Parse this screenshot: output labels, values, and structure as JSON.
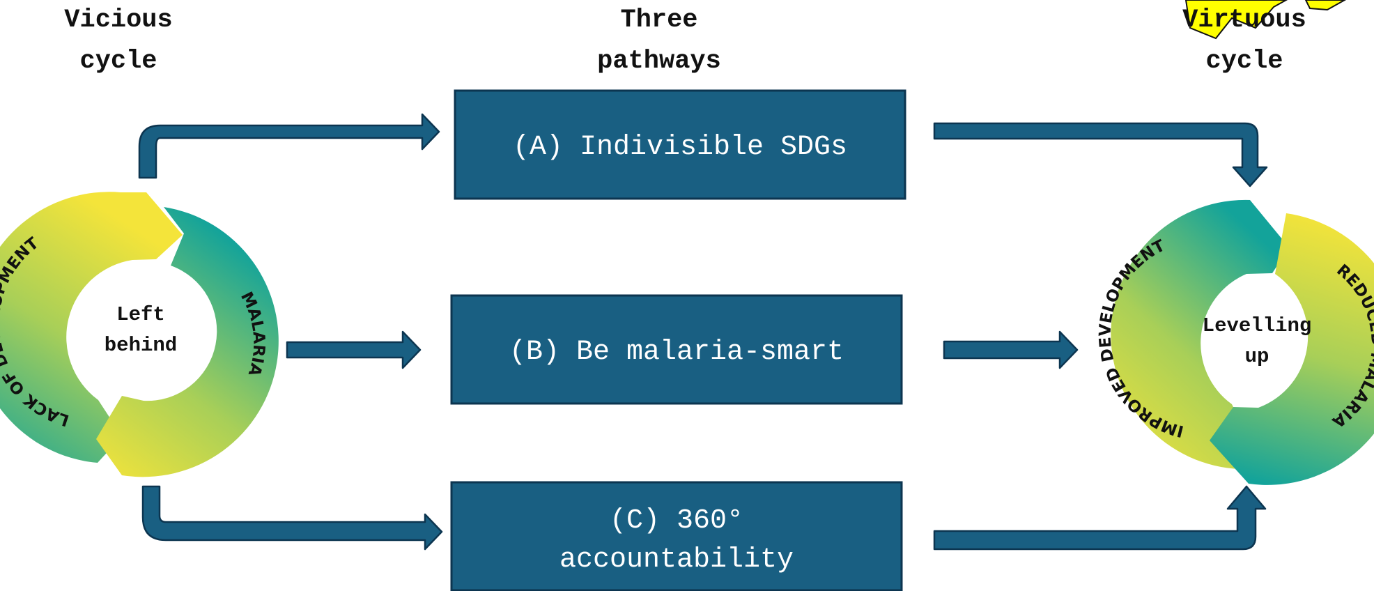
{
  "headers": {
    "left_line1": "Vicious",
    "left_line2": "cycle",
    "middle_line1": "Three",
    "middle_line2": "pathways",
    "right_line1": "Virtuous",
    "right_line2": "cycle"
  },
  "pathways": {
    "a": "(A) Indivisible SDGs",
    "b": "(B) Be malaria-smart",
    "c_line1": "(C) 360°",
    "c_line2": "accountability"
  },
  "vicious_cycle": {
    "center_line1": "Left",
    "center_line2": "behind",
    "arc_development": "LACK OF DEVELOPMENT",
    "arc_malaria": "MALARIA"
  },
  "virtuous_cycle": {
    "center_line1": "Levelling",
    "center_line2": "up",
    "arc_development": "IMPROVED DEVELOPMENT",
    "arc_malaria": "REDUCED MALARIA"
  },
  "colors": {
    "box_fill": "#195f82",
    "arrow_fill": "#195f82",
    "outline": "#0c3550",
    "teal": "#13a39a",
    "yellow": "#f4e43a",
    "star": "#ffff00"
  }
}
